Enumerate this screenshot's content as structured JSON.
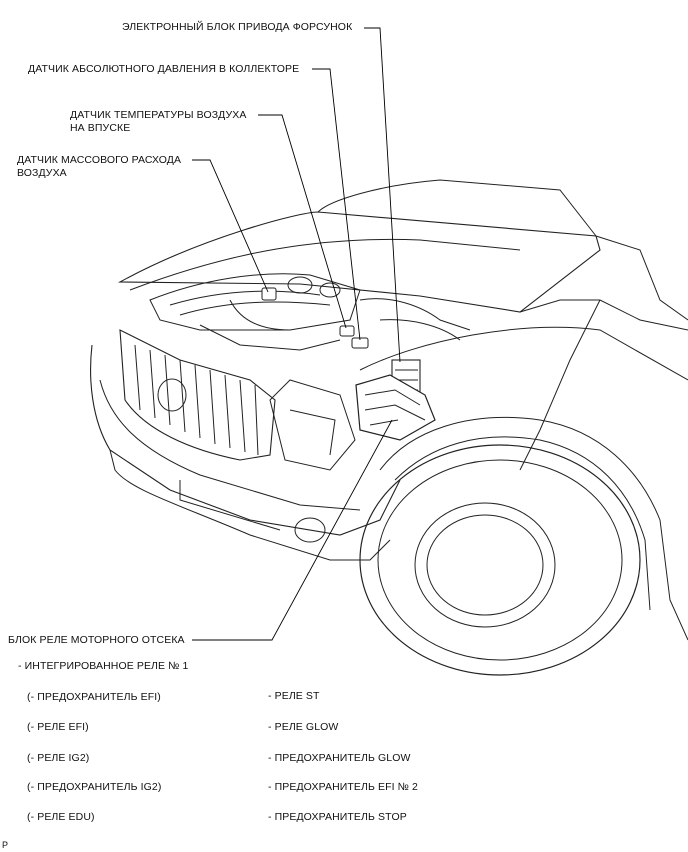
{
  "callouts": {
    "injector_driver": "ЭЛЕКТРОННЫЙ БЛОК ПРИВОДА ФОРСУНОК",
    "map_sensor": "ДАТЧИК АБСОЛЮТНОГО ДАВЛЕНИЯ В КОЛЛЕКТОРЕ",
    "intake_temp_line1": "ДАТЧИК ТЕМПЕРАТУРЫ ВОЗДУХА",
    "intake_temp_line2": "НА ВПУСКЕ",
    "maf_line1": "ДАТЧИК МАССОВОГО РАСХОДА",
    "maf_line2": "ВОЗДУХА",
    "relay_block": "БЛОК РЕЛЕ МОТОРНОГО ОТСЕКА"
  },
  "relay_block": {
    "integrated_relay": "- ИНТЕГРИРОВАННОЕ РЕЛЕ № 1",
    "left_items": [
      "(- ПРЕДОХРАНИТЕЛЬ EFI)",
      "(- РЕЛЕ EFI)",
      "(- РЕЛЕ IG2)",
      "(- ПРЕДОХРАНИТЕЛЬ IG2)",
      "(- РЕЛЕ EDU)"
    ],
    "right_items": [
      "- РЕЛЕ ST",
      "- РЕЛЕ GLOW",
      "- ПРЕДОХРАНИТЕЛЬ GLOW",
      "- ПРЕДОХРАНИТЕЛЬ EFI № 2",
      "- ПРЕДОХРАНИТЕЛЬ STOP"
    ]
  },
  "figure_id": "P"
}
